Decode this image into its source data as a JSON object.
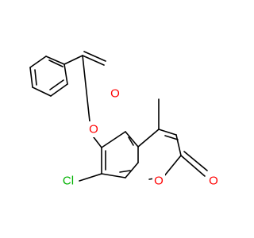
{
  "molecule": {
    "colors": {
      "bond": "#000000",
      "oxygen": "#ff0000",
      "chlorine": "#00b200"
    },
    "atom_labels": {
      "carbonyl_o_ester": "O",
      "ester_o": "O",
      "chlorine": "Cl",
      "ring_o": "O",
      "lactone_carbonyl_o": "O"
    }
  }
}
